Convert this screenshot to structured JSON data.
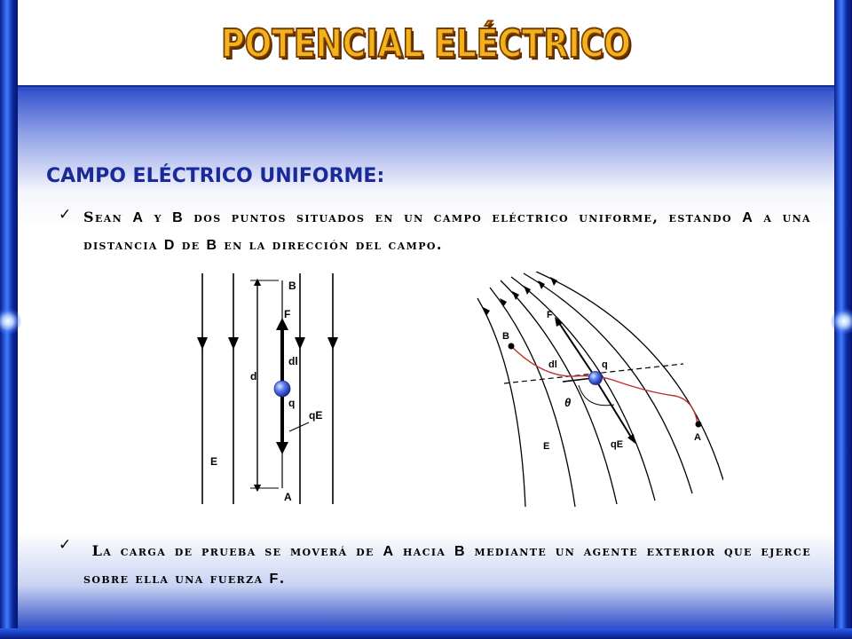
{
  "title": "POTENCIAL ELÉCTRICO",
  "subtitle": "CAMPO ELÉCTRICO UNIFORME:",
  "bullets": [
    {
      "check": "✓",
      "parts": [
        "Sean ",
        "A",
        " y ",
        "B",
        " dos puntos situados en un campo eléctrico uniforme, estando ",
        "A",
        " a una distancia ",
        "D",
        " de ",
        "B",
        " en la dirección del campo."
      ]
    },
    {
      "check": "✓",
      "parts": [
        "La carga de prueba se moverá de ",
        "A",
        " hacia ",
        "B",
        " mediante un agente exterior que ejerce sobre ella una fuerza ",
        "F",
        "."
      ]
    }
  ],
  "diagram_uniform": {
    "labels": {
      "B": "B",
      "F": "F",
      "dl": "dl",
      "d": "d",
      "q": "q",
      "qE": "qE",
      "E": "E",
      "A": "A"
    }
  },
  "diagram_curved": {
    "labels": {
      "F": "F",
      "B": "B",
      "dl": "dl",
      "q": "q",
      "theta": "θ",
      "E": "E",
      "qE": "qE",
      "A": "A"
    }
  },
  "colors": {
    "title": "#f2b21c",
    "subtitle": "#1a2a99",
    "frame": "#1a3fa8",
    "charge": "#4a6ee8",
    "path": "#c0302a"
  }
}
